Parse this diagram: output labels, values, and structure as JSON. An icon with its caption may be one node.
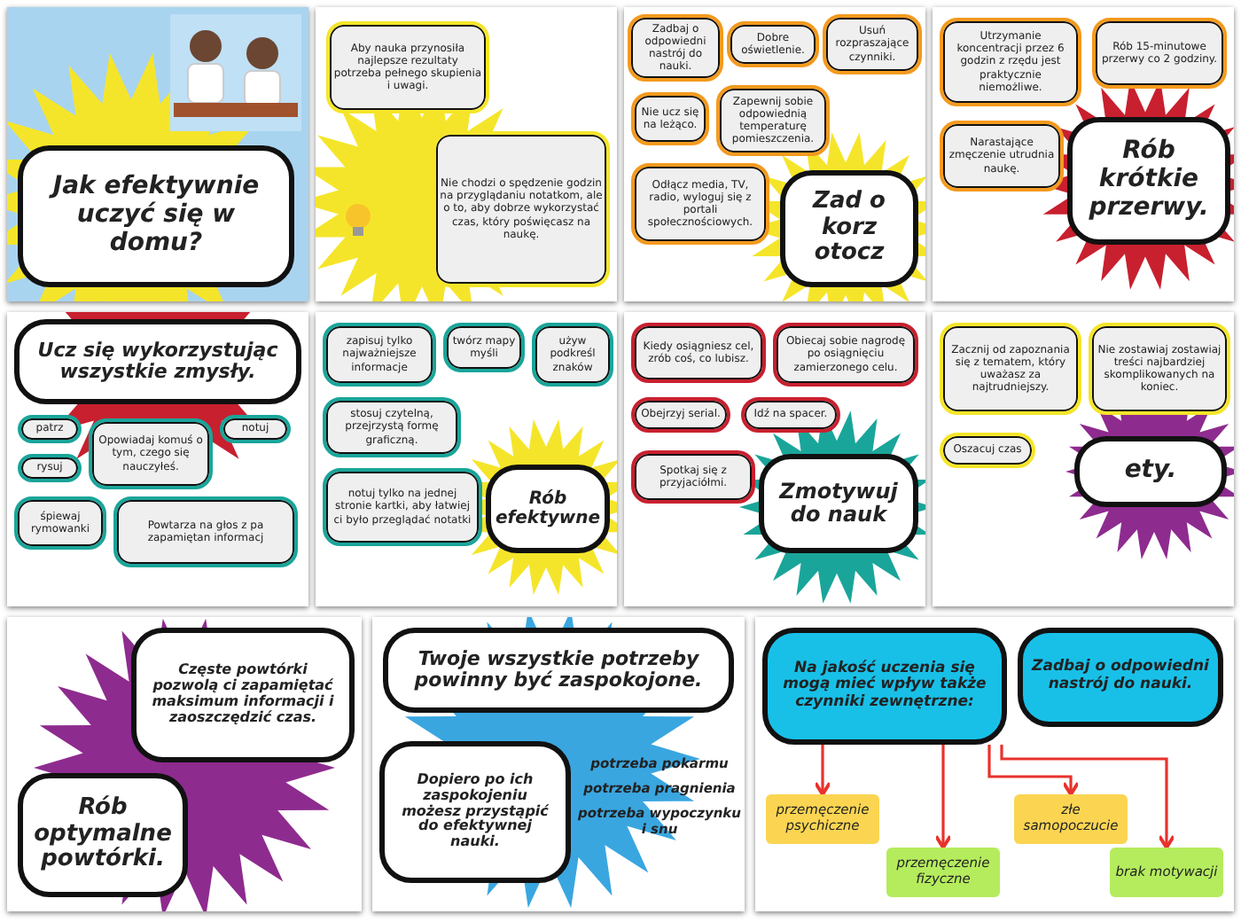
{
  "diagram": {
    "nodes": [
      {
        "text": [],
        "shape": "box"
      },
      {
        "text": [
          "Jak efektywnie uczyć się w domu?"
        ],
        "in": 0
      },
      {
        "text": [],
        "shape": "box"
      },
      {
        "text": [
          "Aby nauka przynosiła najlepsze rezultaty potrzeba pełnego skupienia i uwagi."
        ],
        "in": 2
      },
      {
        "text": [
          "Nie chodzi o spędzenie godzin na przyglądaniu notatkom, ale o to, aby dobrze wykorzystać czas, który poświęcasz na naukę."
        ],
        "in": 2
      },
      {
        "text": [],
        "shape": "box"
      },
      {
        "text": [
          "Zadbaj o odpowiedni nastrój do nauki."
        ],
        "in": 5
      },
      {
        "text": [
          "Dobre oświetlenie."
        ],
        "in": 5
      },
      {
        "text": [
          "Usuń rozpraszające czynniki."
        ],
        "in": 5
      },
      {
        "text": [
          "Nie ucz się na leżąco."
        ],
        "in": 5
      },
      {
        "text": [
          "Zapewnij sobie odpowiednią temperaturę pomieszczenia."
        ],
        "in": 5
      },
      {
        "text": [
          "Odłącz media, TV, radio, wyloguj się z portali społecznościowych."
        ],
        "in": 5
      },
      {
        "text": [
          "Zad o korz otocz"
        ],
        "in": 5
      },
      {
        "text": [],
        "shape": "box"
      },
      {
        "text": [
          "Utrzymanie koncentracji przez 6 godzin z rzędu jest praktycznie niemożliwe."
        ],
        "in": 13
      },
      {
        "text": [
          "Rób 15-minutowe przerwy co 2 godziny."
        ],
        "in": 13
      },
      {
        "text": [
          "Narastające zmęczenie utrudnia naukę."
        ],
        "in": 13
      },
      {
        "text": [
          "Rób krótkie przerwy."
        ],
        "in": 13
      },
      {
        "text": [],
        "shape": "box"
      },
      {
        "text": [
          "Ucz się wykorzystując wszystkie zmysły."
        ],
        "in": 18
      },
      {
        "text": [
          "patrz"
        ],
        "in": 18
      },
      {
        "text": [
          "rysuj"
        ],
        "in": 18
      },
      {
        "text": [
          "śpiewaj rymowanki"
        ],
        "in": 18
      },
      {
        "text": [
          "Opowiadaj komuś o tym, czego się nauczyłeś."
        ],
        "in": 18
      },
      {
        "text": [
          "notuj"
        ],
        "in": 18
      },
      {
        "text": [
          "Powtarza na głos z pa zapamiętan informacj"
        ],
        "in": 18
      },
      {
        "text": [],
        "shape": "box"
      },
      {
        "text": [
          "zapisuj tylko najważniejsze informacje"
        ],
        "in": 26
      },
      {
        "text": [
          "twórz mapy myśli"
        ],
        "in": 26
      },
      {
        "text": [
          "używ podkreśl znaków"
        ],
        "in": 26
      },
      {
        "text": [
          "stosuj czytelną, przejrzystą formę graficzną."
        ],
        "in": 26
      },
      {
        "text": [
          "notuj tylko na jednej stronie kartki, aby łatwiej ci było przeglądać notatki"
        ],
        "in": 26
      },
      {
        "text": [
          "Rób efektywne"
        ],
        "in": 26
      },
      {
        "text": [],
        "shape": "box"
      },
      {
        "text": [
          "Kiedy osiągniesz cel, zrób coś, co lubisz."
        ],
        "in": 33
      },
      {
        "text": [
          "Obiecaj sobie nagrodę po osiągnięciu zamierzonego celu."
        ],
        "in": 33
      },
      {
        "text": [
          "Obejrzyj serial."
        ],
        "in": 33
      },
      {
        "text": [
          "Idź na spacer."
        ],
        "in": 33
      },
      {
        "text": [
          "Spotkaj się z przyjaciółmi."
        ],
        "in": 33
      },
      {
        "text": [
          "Zmotywuj do nauk"
        ],
        "in": 33
      },
      {
        "text": [],
        "shape": "box"
      },
      {
        "text": [
          "Zacznij od zapoznania się z tematem, który uważasz za najtrudniejszy."
        ],
        "in": 40
      },
      {
        "text": [
          "Nie zostawiaj zostawiaj treści najbardziej skomplikowanych na koniec."
        ],
        "in": 40
      },
      {
        "text": [
          "Oszacuj czas"
        ],
        "in": 40
      },
      {
        "text": [
          "ety."
        ],
        "in": 40
      },
      {
        "text": [],
        "shape": "box"
      },
      {
        "text": [
          "Częste powtórki pozwolą ci zapamiętać maksimum informacji i zaoszczędzić czas."
        ],
        "in": 45
      },
      {
        "text": [
          "Rób optymalne powtórki."
        ],
        "in": 45
      },
      {
        "text": [],
        "shape": "box"
      },
      {
        "text": [
          "Twoje wszystkie potrzeby powinny być zaspokojone."
        ],
        "in": 48
      },
      {
        "text": [
          "Dopiero po ich zaspokojeniu możesz przystąpić do efektywnej nauki."
        ],
        "in": 48
      },
      {
        "text": [],
        "shape": "box"
      },
      {
        "text": [
          "Na jakość uczenia się mogą mieć wpływ także czynniki zewnętrzne:"
        ],
        "in": 51
      },
      {
        "text": [
          "Zadbaj o odpowiedni nastrój do nauki."
        ],
        "in": 51
      },
      {
        "text": [
          "przemęczenie psychiczne"
        ],
        "in": 51
      },
      {
        "text": [
          "złe samopoczucie"
        ],
        "in": 51
      },
      {
        "text": [
          "przemęczenie fizyczne"
        ],
        "in": 51
      },
      {
        "text": [
          "brak motywacji"
        ],
        "in": 51
      }
    ],
    "edges": [
      {
        "from": 52,
        "to": 54,
        "arrow": "to"
      },
      {
        "from": 52,
        "to": 55,
        "arrow": "to"
      },
      {
        "from": 52,
        "to": 56,
        "arrow": "to"
      },
      {
        "from": 52,
        "to": 57,
        "arrow": "to"
      }
    ],
    "labels": [
      "potrzeba pokarmu",
      "potrzeba pragnienia",
      "potrzeba wypoczynku i snu"
    ]
  }
}
